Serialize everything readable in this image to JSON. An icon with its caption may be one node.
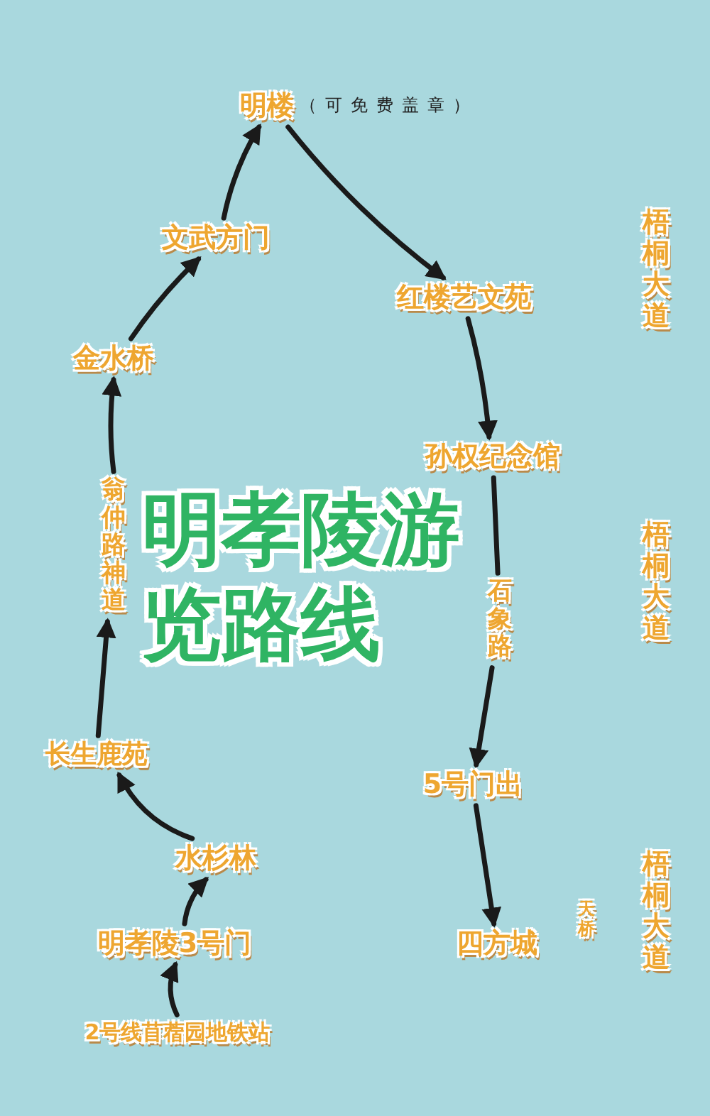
{
  "diagram": {
    "title": "明孝陵游览路线",
    "nodes": [
      {
        "text": [
          "2号线苜蓿园地铁站"
        ]
      },
      {
        "text": [
          "明孝陵3号门"
        ]
      },
      {
        "text": [
          "水杉林"
        ]
      },
      {
        "text": [
          "长生鹿苑"
        ]
      },
      {
        "text": [
          "翁仲路神道"
        ]
      },
      {
        "text": [
          "金水桥"
        ]
      },
      {
        "text": [
          "文武方门"
        ]
      },
      {
        "text": [
          "明楼"
        ],
        "beside": [
          "（可免费盖章）"
        ]
      },
      {
        "text": [
          "红楼艺文苑"
        ]
      },
      {
        "text": [
          "孙权纪念馆"
        ]
      },
      {
        "text": [
          "石象路"
        ]
      },
      {
        "text": [
          "5号门出"
        ]
      },
      {
        "text": [
          "四方城"
        ]
      }
    ],
    "edges": [
      {
        "from": 0,
        "to": 1,
        "arrow": "to"
      },
      {
        "from": 1,
        "to": 2,
        "arrow": "to"
      },
      {
        "from": 2,
        "to": 3,
        "arrow": "to"
      },
      {
        "from": 3,
        "to": 4,
        "arrow": "to"
      },
      {
        "from": 4,
        "to": 5,
        "arrow": "to"
      },
      {
        "from": 5,
        "to": 6,
        "arrow": "to"
      },
      {
        "from": 6,
        "to": 7,
        "arrow": "to"
      },
      {
        "from": 7,
        "to": 8,
        "arrow": "to"
      },
      {
        "from": 8,
        "to": 9,
        "arrow": "to"
      },
      {
        "from": 9,
        "to": 10,
        "arrow": "none"
      },
      {
        "from": 10,
        "to": 11,
        "arrow": "to"
      },
      {
        "from": 11,
        "to": 12,
        "arrow": "to"
      }
    ],
    "labels": [
      "梧桐大道",
      "梧桐大道",
      "天桥",
      "梧桐大道"
    ]
  }
}
